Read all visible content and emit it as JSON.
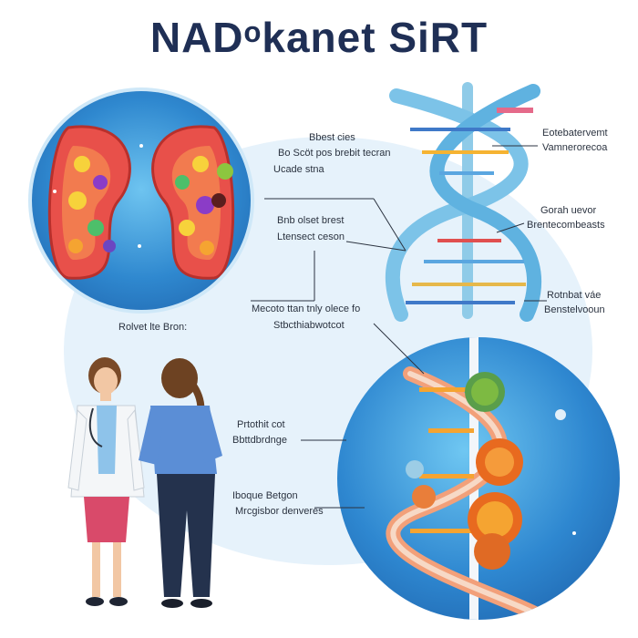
{
  "title": "NADᵒkanet SiRT",
  "labels": {
    "mito_a1": "Bbest cies",
    "mito_a2": "Bo Scöt pos brebit tecran",
    "mito_a3": "Ucade  stna",
    "center_1": "Bnb olset brest",
    "center_2": "Ltensect ceson",
    "left_caption": "Rolvet lte Bron:",
    "mid_1": "Mecoto ttan tnly olece fo",
    "mid_2": "Stbcthiabwotcot",
    "dna_r1_1": "Eotebatervemt",
    "dna_r1_2": "Vamnerorecoa",
    "dna_r2_1": "Gorah uevor",
    "dna_r2_2": "Brentecombeasts",
    "dna_r3_1": "Rotnbat váe",
    "dna_r3_2": "Benstelvooun",
    "cell_1": "Prtothit cot",
    "cell_2": "Bbttdbrdnge",
    "cell_3": "Iboque Betgon",
    "cell_4": "Mrcgisbor denveres"
  },
  "colors": {
    "title": "#1f2f55",
    "mito_fill": "#e8504a",
    "dna_blue": "#7cc3e8",
    "circle_blue": "#2f88cf",
    "coat_white": "#f4f6f8",
    "skirt_pink": "#d94a6a",
    "jacket_blue": "#5b8ed6",
    "jeans_navy": "#24324d"
  },
  "icons": [
    "mitochondria-icon",
    "dna-helix-icon",
    "doctor-icon",
    "patient-icon",
    "cell-sphere-icon"
  ]
}
